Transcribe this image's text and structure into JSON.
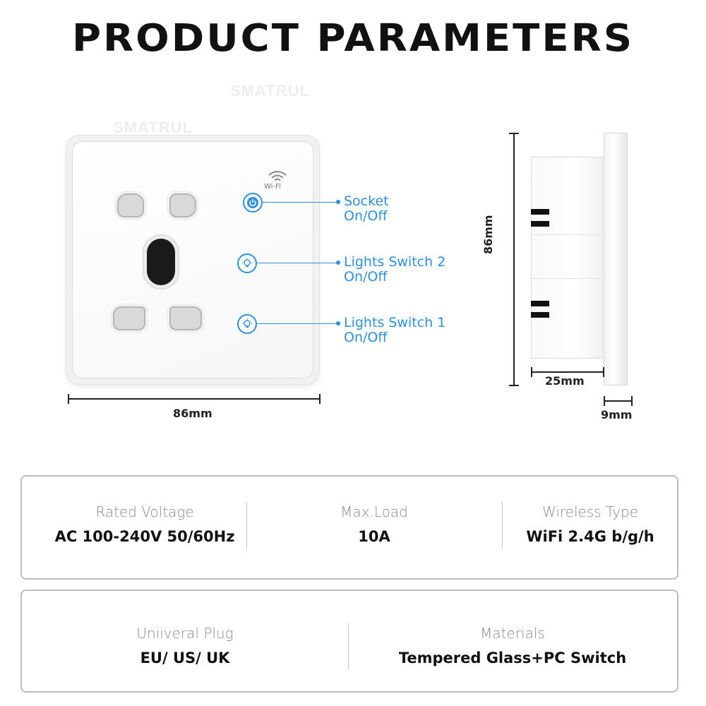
{
  "header": {
    "title": "PRODUCT PARAMETERS"
  },
  "watermark": "SMATRUL",
  "front_view": {
    "wifi_label": "Wi-Fi",
    "callouts": [
      {
        "line1": "Socket",
        "line2": "On/Off",
        "icon": "power-icon"
      },
      {
        "line1": "Lights Switch 2",
        "line2": "On/Off",
        "icon": "light-bulb-icon"
      },
      {
        "line1": "Lights Switch 1",
        "line2": "On/Off",
        "icon": "light-bulb-icon"
      }
    ],
    "width_label": "86mm"
  },
  "side_view": {
    "height_label": "86mm",
    "depth_label": "25mm",
    "plate_label": "9mm"
  },
  "specs_row1": [
    {
      "label": "Rated Voltage",
      "value": "AC 100-240V  50/60Hz"
    },
    {
      "label": "Max.Load",
      "value": "10A"
    },
    {
      "label": "Wireless Type",
      "value": "WiFi 2.4G b/g/h"
    }
  ],
  "specs_row2": [
    {
      "label": "Uniiveral Plug",
      "value": "EU/ US/ UK"
    },
    {
      "label": "Materials",
      "value": "Tempered Glass+PC Switch"
    }
  ],
  "colors": {
    "accent": "#2f8fe0",
    "text": "#111111",
    "muted": "#8a8a8a",
    "border": "#bdbdbd"
  }
}
